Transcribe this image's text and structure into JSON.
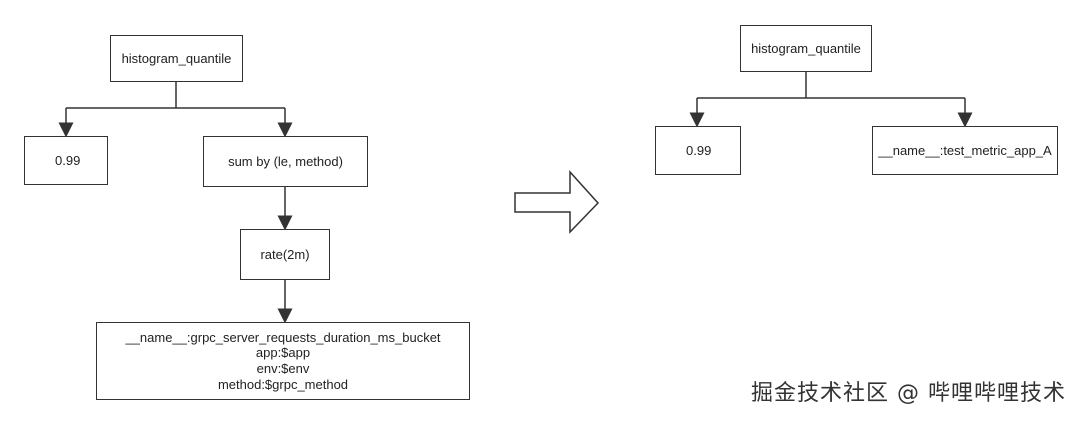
{
  "left_tree": {
    "root": "histogram_quantile",
    "quantile": "0.99",
    "sum": "sum by (le, method)",
    "rate": "rate(2m)",
    "selector": {
      "line1": "__name__:grpc_server_requests_duration_ms_bucket",
      "line2": "app:$app",
      "line3": "env:$env",
      "line4": "method:$grpc_method"
    }
  },
  "right_tree": {
    "root": "histogram_quantile",
    "quantile": "0.99",
    "metric": "__name__:test_metric_app_A"
  },
  "watermark": "掘金技术社区 @ 哔哩哔哩技术",
  "colors": {
    "line": "#333333",
    "box_border": "#333333",
    "background": "#ffffff"
  }
}
